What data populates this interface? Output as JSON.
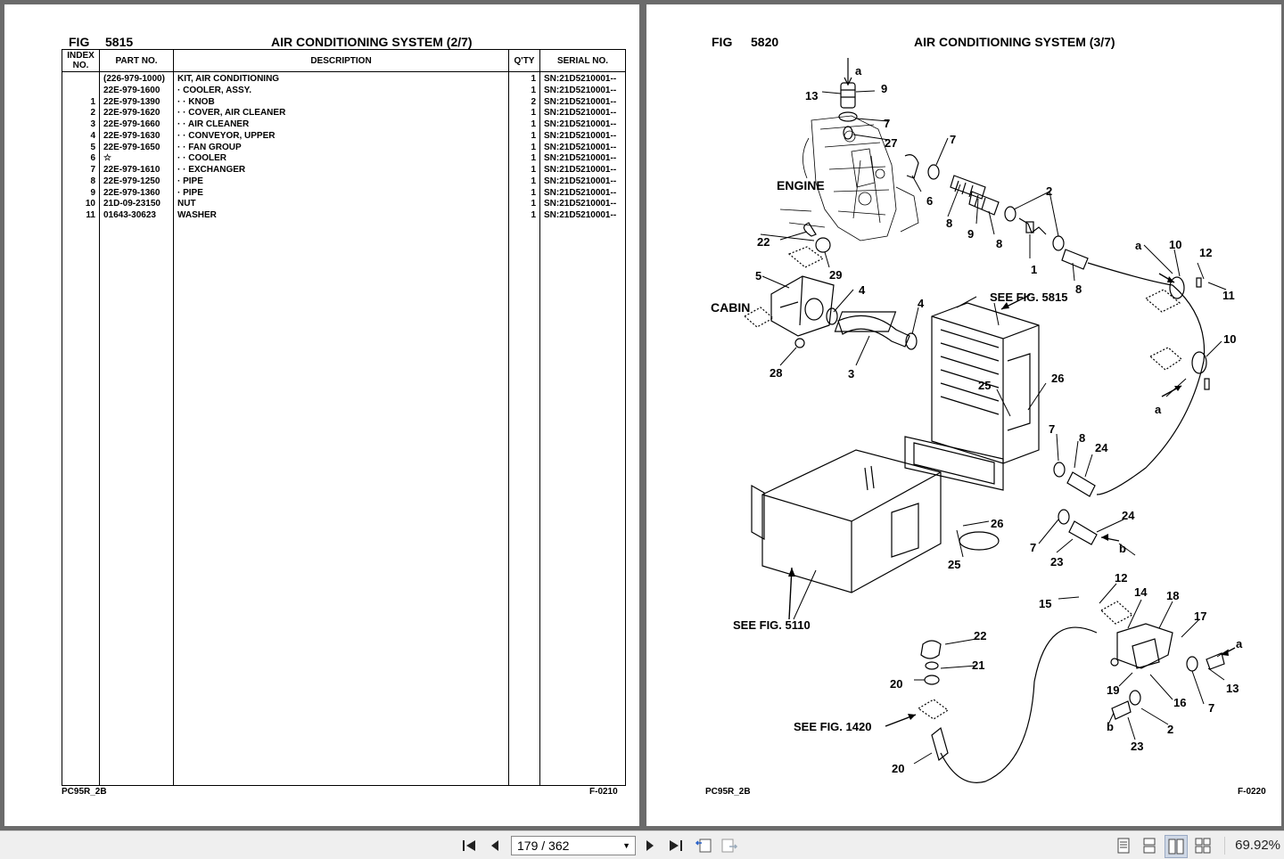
{
  "left_page": {
    "fig_label": "FIG",
    "fig_number": "5815",
    "title": "AIR CONDITIONING SYSTEM (2/7)",
    "columns": [
      "INDEX NO.",
      "PART NO.",
      "DESCRIPTION",
      "Q'TY",
      "SERIAL NO."
    ],
    "rows": [
      {
        "idx": "",
        "part": "(226-979-1000)",
        "desc": "KIT, AIR CONDITIONING",
        "qty": "1",
        "serial": "SN:21D5210001--"
      },
      {
        "idx": "",
        "part": "22E-979-1600",
        "desc": "·  COOLER, ASSY.",
        "qty": "1",
        "serial": "SN:21D5210001--"
      },
      {
        "idx": "1",
        "part": "22E-979-1390",
        "desc": "·  ·  KNOB",
        "qty": "2",
        "serial": "SN:21D5210001--"
      },
      {
        "idx": "2",
        "part": "22E-979-1620",
        "desc": "·  ·  COVER, AIR CLEANER",
        "qty": "1",
        "serial": "SN:21D5210001--"
      },
      {
        "idx": "3",
        "part": "22E-979-1660",
        "desc": "·  ·  AIR CLEANER",
        "qty": "1",
        "serial": "SN:21D5210001--"
      },
      {
        "idx": "4",
        "part": "22E-979-1630",
        "desc": "·  ·  CONVEYOR, UPPER",
        "qty": "1",
        "serial": "SN:21D5210001--"
      },
      {
        "idx": "5",
        "part": "22E-979-1650",
        "desc": "·  ·  FAN GROUP",
        "qty": "1",
        "serial": "SN:21D5210001--"
      },
      {
        "idx": "6",
        "part": "☆",
        "desc": "·  ·  COOLER",
        "qty": "1",
        "serial": "SN:21D5210001--"
      },
      {
        "idx": "7",
        "part": "22E-979-1610",
        "desc": "·  ·  EXCHANGER",
        "qty": "1",
        "serial": "SN:21D5210001--"
      },
      {
        "idx": "8",
        "part": "22E-979-1250",
        "desc": "·  PIPE",
        "qty": "1",
        "serial": "SN:21D5210001--"
      },
      {
        "idx": "9",
        "part": "22E-979-1360",
        "desc": "·  PIPE",
        "qty": "1",
        "serial": "SN:21D5210001--"
      },
      {
        "idx": "10",
        "part": "21D-09-23150",
        "desc": "NUT",
        "qty": "1",
        "serial": "SN:21D5210001--"
      },
      {
        "idx": "11",
        "part": "01643-30623",
        "desc": "WASHER",
        "qty": "1",
        "serial": "SN:21D5210001--"
      }
    ],
    "footer_left": "PC95R_2B",
    "footer_right": "F-0210"
  },
  "right_page": {
    "fig_label": "FIG",
    "fig_number": "5820",
    "title": "AIR CONDITIONING SYSTEM (3/7)",
    "footer_left": "PC95R_2B",
    "footer_right": "F-0220",
    "labels": {
      "engine": "ENGINE",
      "cabin": "CABIN",
      "see_5815": "SEE FIG. 5815",
      "see_5110": "SEE FIG. 5110",
      "see_1420": "SEE FIG. 1420"
    },
    "callouts": [
      "a",
      "9",
      "13",
      "7",
      "27",
      "7",
      "6",
      "8",
      "9",
      "2",
      "8",
      "1",
      "8",
      "22",
      "29",
      "5",
      "4",
      "4",
      "3",
      "28",
      "a",
      "10",
      "12",
      "11",
      "10",
      "a",
      "25",
      "26",
      "7",
      "8",
      "24",
      "26",
      "24",
      "b",
      "7",
      "23",
      "25",
      "12",
      "15",
      "14",
      "18",
      "17",
      "22",
      "21",
      "20",
      "a",
      "13",
      "19",
      "16",
      "7",
      "b",
      "2",
      "23",
      "20"
    ]
  },
  "toolbar": {
    "page_display": "179 / 362",
    "zoom": "69.92%",
    "icons": [
      "first-page-icon",
      "prev-page-icon",
      "next-page-icon",
      "last-page-icon",
      "go-back-icon",
      "go-forward-icon",
      "single-page-view-icon",
      "continuous-view-icon",
      "facing-view-icon",
      "continuous-facing-view-icon"
    ]
  }
}
